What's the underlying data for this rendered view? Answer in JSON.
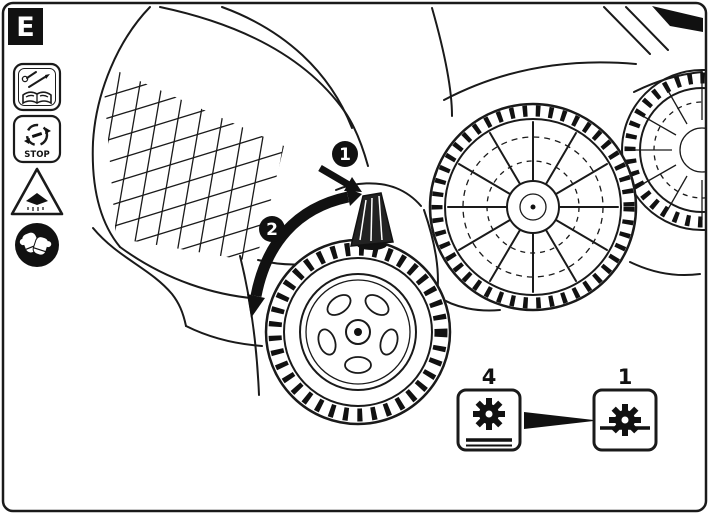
{
  "panel_label": "E",
  "safety_icons": {
    "manual": {
      "name": "read-manual-icon"
    },
    "stop": {
      "name": "stop-rotating-blade-icon",
      "label": "STOP"
    },
    "blade_warning": {
      "name": "blade-hazard-warning-icon"
    },
    "gloves": {
      "name": "wear-gloves-icon"
    }
  },
  "steps": {
    "one": "1",
    "two": "2"
  },
  "height_inset": {
    "from_label": "4",
    "to_label": "1"
  },
  "colors": {
    "line": "#1a1a1a",
    "bg": "#ffffff",
    "fill_dark": "#111111"
  }
}
